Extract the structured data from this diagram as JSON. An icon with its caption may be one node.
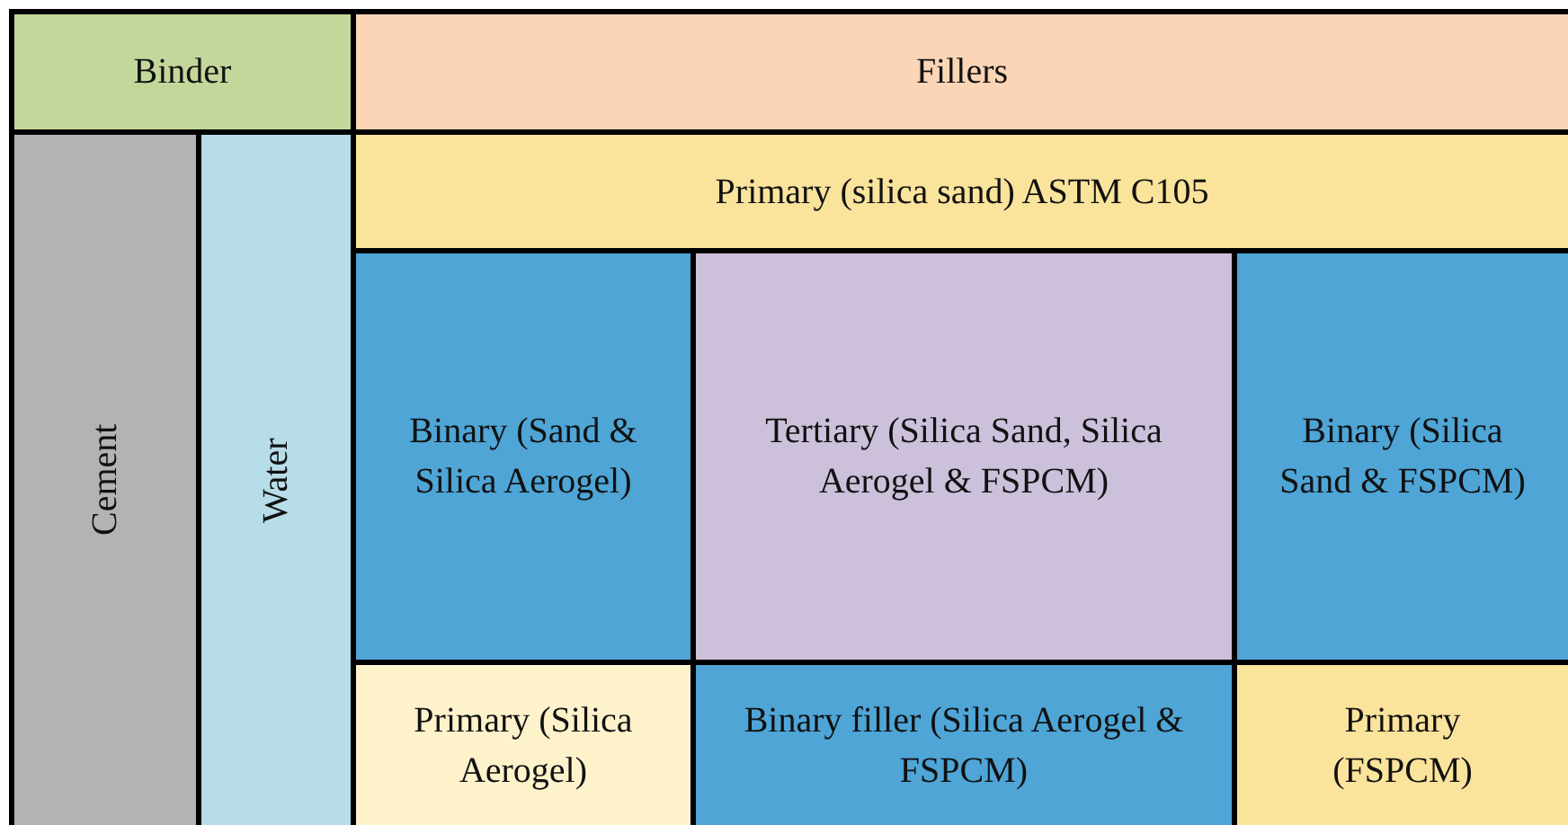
{
  "diagram": {
    "nodes": [
      {
        "text": [
          "Binder"
        ]
      },
      {
        "text": [
          "Fillers"
        ]
      },
      {
        "text": [
          "Cement"
        ]
      },
      {
        "text": [
          "Water"
        ]
      },
      {
        "text": [
          "Primary (silica sand) ASTM C105"
        ]
      },
      {
        "text": [
          "Binary (Sand & Silica Aerogel)"
        ]
      },
      {
        "text": [
          "Tertiary (Silica Sand, Silica Aerogel & FSPCM)"
        ]
      },
      {
        "text": [
          "Binary (Silica Sand & FSPCM)"
        ]
      },
      {
        "text": [
          "Primary (Silica Aerogel)"
        ]
      },
      {
        "text": [
          "Binary filler (Silica Aerogel & FSPCM)"
        ]
      },
      {
        "text": [
          "Primary (FSPCM)"
        ]
      }
    ]
  }
}
